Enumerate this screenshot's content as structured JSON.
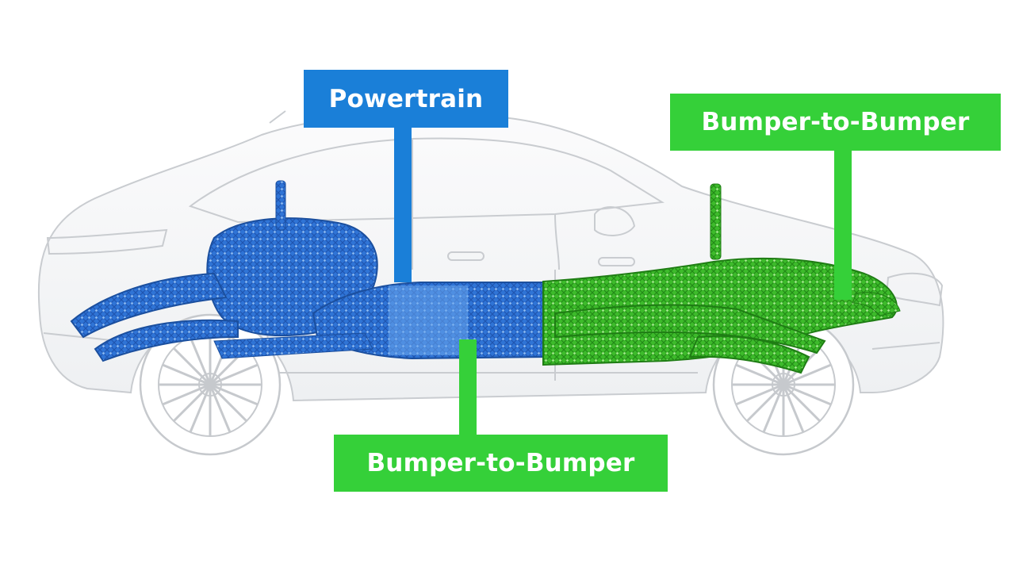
{
  "labels": {
    "powertrain": "Powertrain",
    "bumper_top": "Bumper-to-Bumper",
    "bumper_bottom": "Bumper-to-Bumper"
  },
  "colors": {
    "powertrain": "#1a7fd8",
    "bumper": "#35d039",
    "car_outline": "#c9ccd0",
    "powertrain_component": "#2d6fd2",
    "bumper_component": "#3fbf2c"
  }
}
